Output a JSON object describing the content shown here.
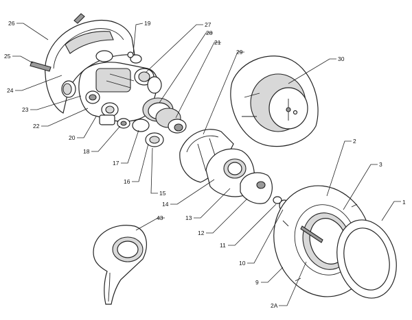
{
  "callouts": [
    {
      "id": "c1",
      "text": "1"
    },
    {
      "id": "c2",
      "text": "2"
    },
    {
      "id": "c2a",
      "text": "2A"
    },
    {
      "id": "c3",
      "text": "3"
    },
    {
      "id": "c9",
      "text": "9"
    },
    {
      "id": "c10",
      "text": "10"
    },
    {
      "id": "c11",
      "text": "11"
    },
    {
      "id": "c12",
      "text": "12"
    },
    {
      "id": "c13",
      "text": "13"
    },
    {
      "id": "c14",
      "text": "14"
    },
    {
      "id": "c15",
      "text": "15"
    },
    {
      "id": "c16",
      "text": "16"
    },
    {
      "id": "c17",
      "text": "17"
    },
    {
      "id": "c18",
      "text": "18"
    },
    {
      "id": "c19",
      "text": "19"
    },
    {
      "id": "c20",
      "text": "20"
    },
    {
      "id": "c21",
      "text": "21"
    },
    {
      "id": "c22",
      "text": "22"
    },
    {
      "id": "c23",
      "text": "23"
    },
    {
      "id": "c24",
      "text": "24"
    },
    {
      "id": "c25",
      "text": "25"
    },
    {
      "id": "c26",
      "text": "26"
    },
    {
      "id": "c27",
      "text": "27"
    },
    {
      "id": "c28",
      "text": "28"
    },
    {
      "id": "c29",
      "text": "29"
    },
    {
      "id": "c30",
      "text": "30"
    },
    {
      "id": "c43",
      "text": "43"
    }
  ]
}
